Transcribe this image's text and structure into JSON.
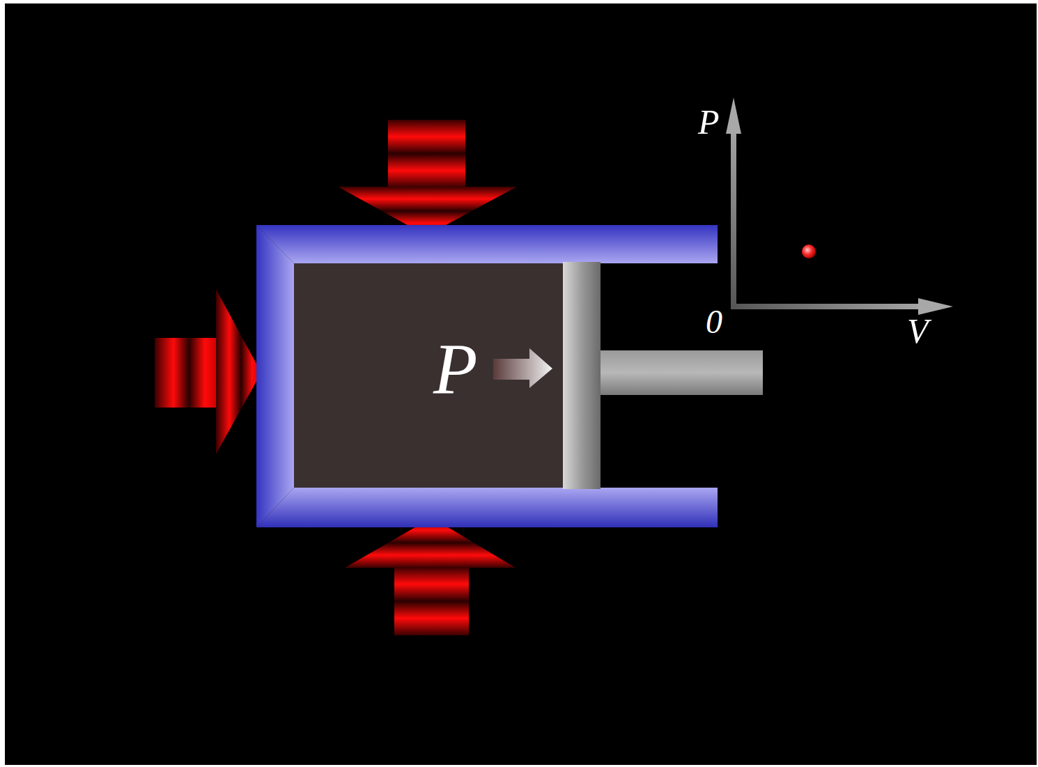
{
  "diagram": {
    "labels": [
      "P",
      "P",
      "0",
      "V"
    ]
  }
}
